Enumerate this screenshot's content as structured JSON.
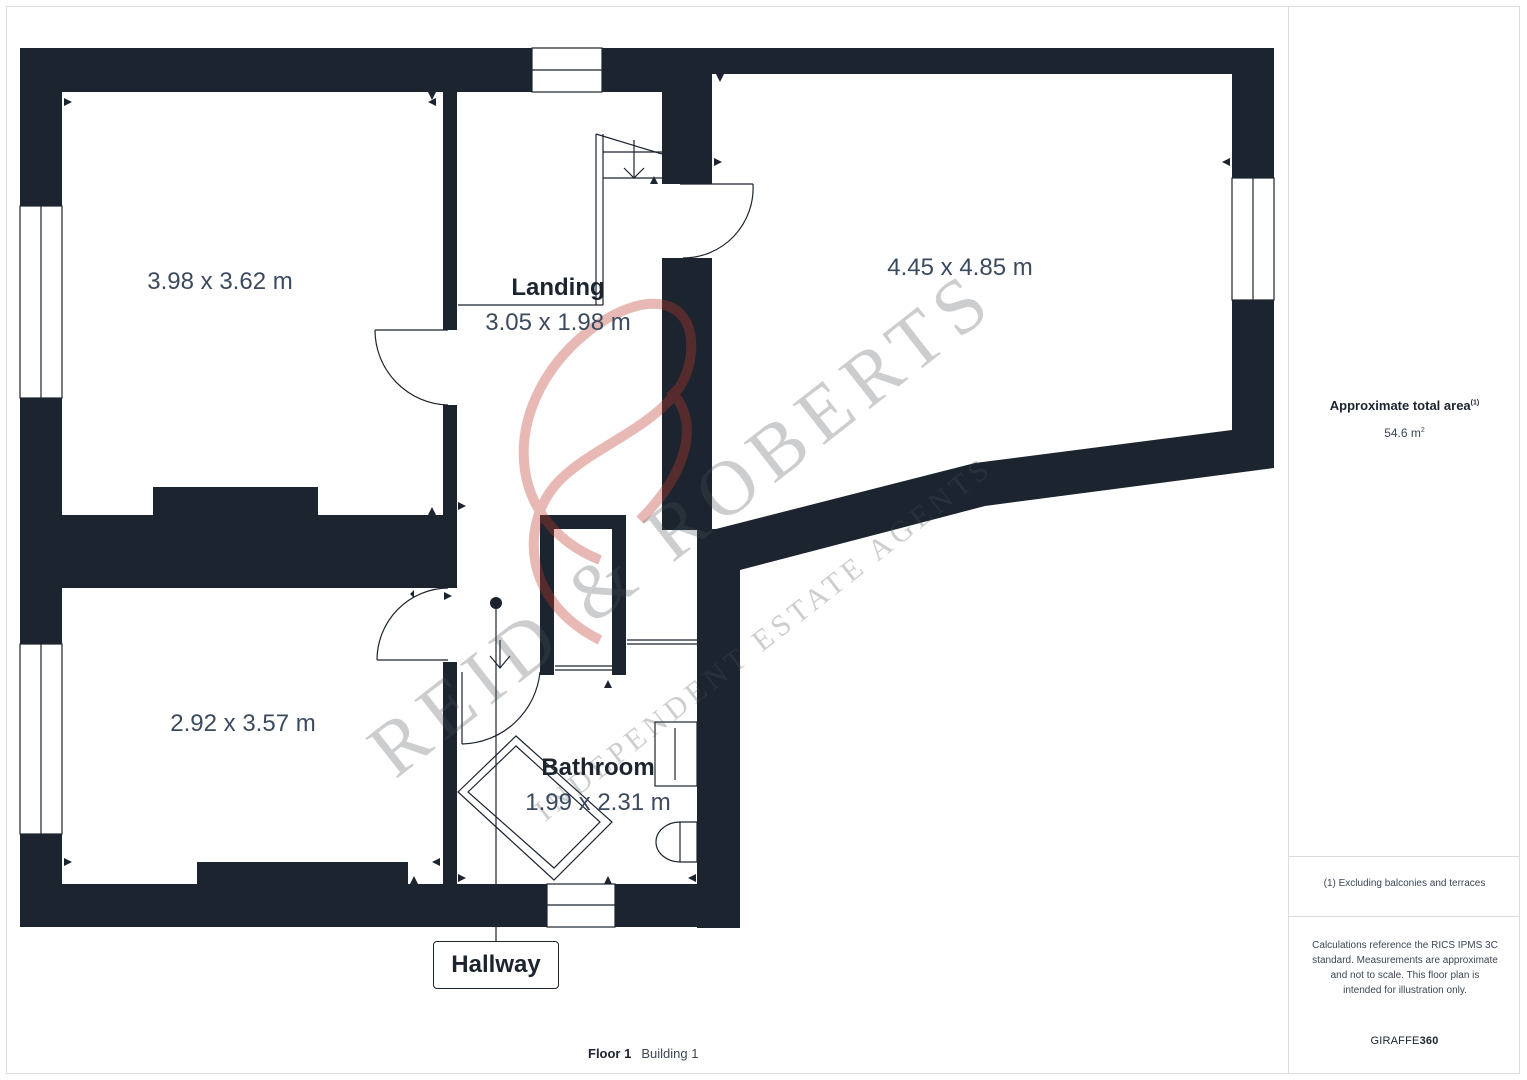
{
  "rooms": {
    "bedroom_top_left": {
      "dimensions": "3.98 x 3.62 m"
    },
    "bedroom_bottom_left": {
      "dimensions": "2.92 x 3.57 m"
    },
    "room_right": {
      "dimensions": "4.45 x 4.85 m"
    },
    "landing": {
      "name": "Landing",
      "dimensions": "3.05 x 1.98 m"
    },
    "bathroom": {
      "name": "Bathroom",
      "dimensions": "1.99 x 2.31 m"
    },
    "hallway": {
      "name": "Hallway"
    }
  },
  "watermark": {
    "brand": "REID & ROBERTS",
    "tagline": "INDEPENDENT ESTATE AGENTS"
  },
  "summary": {
    "area_title": "Approximate total area",
    "area_footnote_marker": "(1)",
    "area_value": "54.6 m",
    "area_unit_sup": "2",
    "footnote": "(1) Excluding balconies and terraces",
    "disclaimer": "Calculations reference the RICS IPMS 3C standard. Measurements are approximate and not to scale. This floor plan is intended for illustration only.",
    "brand_prefix": "GIRAFFE",
    "brand_suffix": "360"
  },
  "caption": {
    "floor": "Floor 1",
    "building": "Building 1"
  },
  "colors": {
    "wall": "#1c2430",
    "text": "#3b4a5e",
    "watermark": "#c0392b",
    "border": "#d9dce0"
  }
}
